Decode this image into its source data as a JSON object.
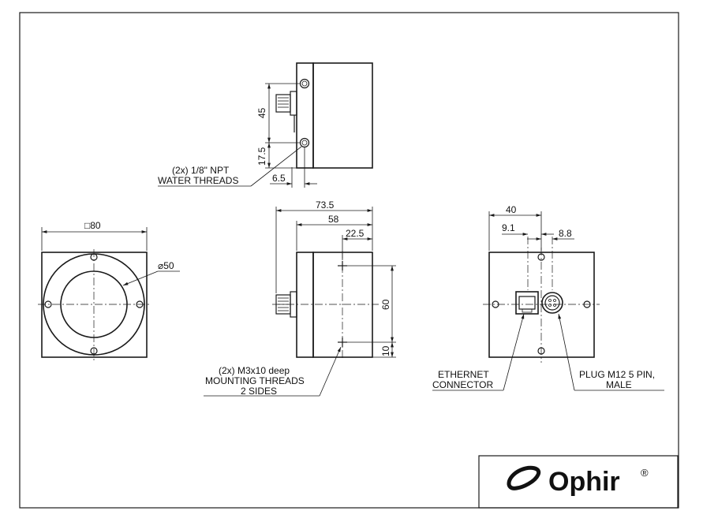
{
  "dimensions": {
    "side_45": "45",
    "side_17_5": "17.5",
    "side_6_5": "6.5",
    "front_73_5": "73.5",
    "front_58": "58",
    "front_22_5": "22.5",
    "front_60": "60",
    "front_10": "10",
    "left_square_80": "□80",
    "left_dia_50": "⌀50",
    "rear_40": "40",
    "rear_9_1": "9.1",
    "rear_8_8": "8.8"
  },
  "callouts": {
    "water_line1": "(2x) 1/8\" NPT",
    "water_line2": "WATER THREADS",
    "mount_line1": "(2x) M3x10 deep",
    "mount_line2": "MOUNTING THREADS",
    "mount_line3": "2 SIDES",
    "eth_line1": "ETHERNET",
    "eth_line2": "CONNECTOR",
    "plug_line1": "PLUG M12 5 PIN,",
    "plug_line2": "MALE"
  },
  "logo": {
    "brand": "Ophir",
    "registered": "®"
  }
}
